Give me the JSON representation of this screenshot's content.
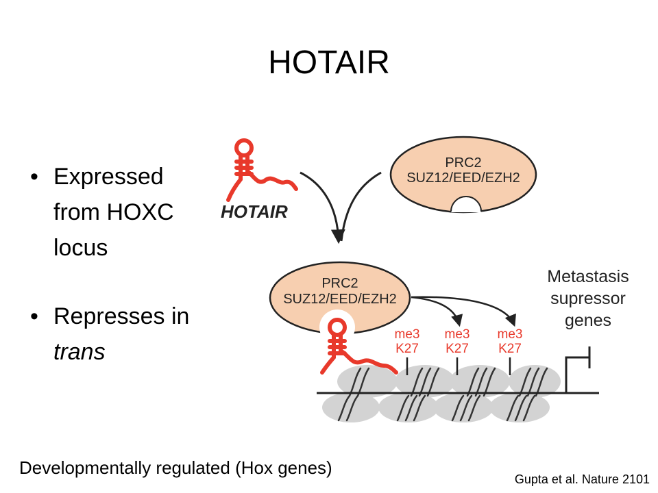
{
  "slide": {
    "title": "HOTAIR",
    "bullets": [
      {
        "text": "Expressed from HOXC locus"
      },
      {
        "text_plain": "Represses in ",
        "text_italic": "trans"
      }
    ],
    "bullet_glyph": "•",
    "footer_note": "Developmentally regulated (Hox genes)",
    "citation": "Gupta et al. Nature 2101"
  },
  "diagram": {
    "hotair_label": "HOTAIR",
    "prc2_free": {
      "line1": "PRC2",
      "line2": "SUZ12/EED/EZH2"
    },
    "prc2_bound": {
      "line1": "PRC2",
      "line2": "SUZ12/EED/EZH2"
    },
    "marks": [
      {
        "line1": "me3",
        "line2": "K27"
      },
      {
        "line1": "me3",
        "line2": "K27"
      },
      {
        "line1": "me3",
        "line2": "K27"
      }
    ],
    "gene_label": {
      "line1": "Metastasis",
      "line2": "supressor",
      "line3": "genes"
    },
    "colors": {
      "rna": "#e8392b",
      "prc2_fill": "#f7cfb0",
      "nucleosome": "#d3d3d3",
      "mark_text": "#e8392b",
      "ink": "#222222"
    }
  }
}
